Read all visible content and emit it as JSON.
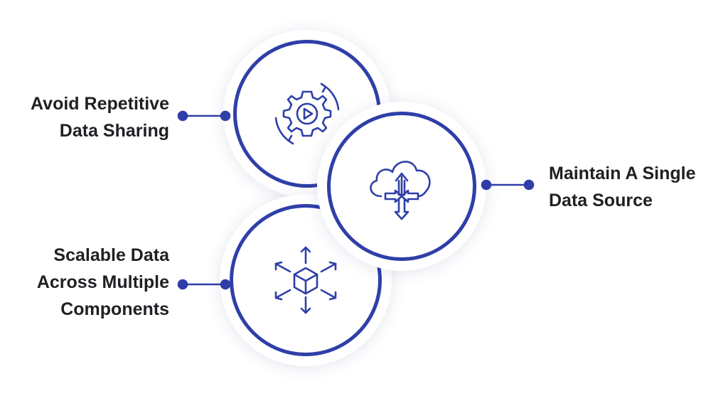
{
  "diagram": {
    "accent_color": "#2f3fa8",
    "text_color": "#1f1f24",
    "items": [
      {
        "id": "avoid-repetitive",
        "label_lines": [
          "Avoid Repetitive",
          "Data Sharing"
        ],
        "icon": "gear-play-cycle-icon"
      },
      {
        "id": "single-source",
        "label_lines": [
          "Maintain A Single",
          "Data Source"
        ],
        "icon": "cloud-arrows-icon"
      },
      {
        "id": "scalable",
        "label_lines": [
          "Scalable Data",
          "Across Multiple",
          "Components"
        ],
        "icon": "cube-expand-icon"
      }
    ]
  }
}
